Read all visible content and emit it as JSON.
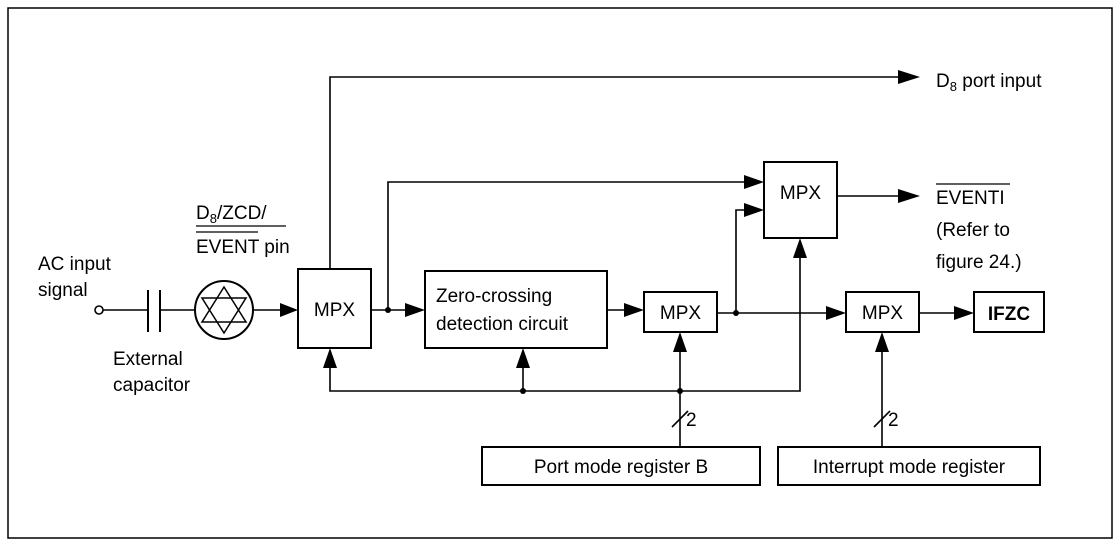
{
  "labels": {
    "ac_input_line1": "AC input",
    "ac_input_line2": "signal",
    "pin_d": "D",
    "pin_sub": "8",
    "pin_zcd": "/ZCD/",
    "pin_event": "EVENT",
    "pin_suffix": " pin",
    "external_line1": "External",
    "external_line2": "capacitor",
    "mpx": "MPX",
    "zcd_line1": "Zero-crossing",
    "zcd_line2": "detection circuit",
    "ifzc": "IFZC",
    "d8_d": "D",
    "d8_sub": "8",
    "d8_rest": " port input",
    "eventi": "EVENTI",
    "refer_line1": "(Refer to",
    "refer_line2": "figure 24.)",
    "bus_width_1": "2",
    "bus_width_2": "2",
    "port_mode_register": "Port mode register B",
    "interrupt_mode_register": "Interrupt mode register"
  }
}
